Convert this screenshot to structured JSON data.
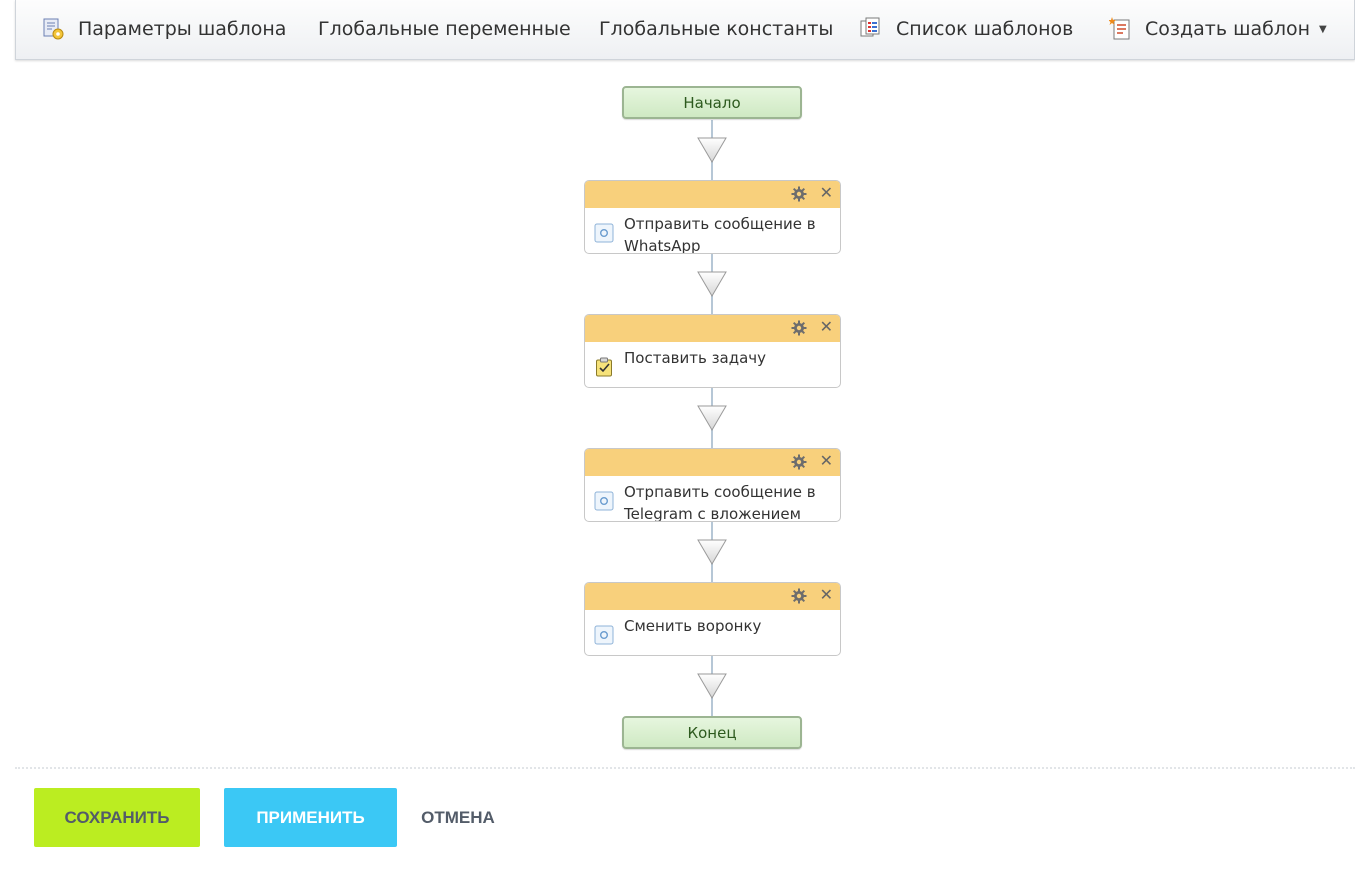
{
  "toolbar": {
    "items": [
      {
        "label": "Параметры шаблона",
        "icon": "template-settings-icon"
      },
      {
        "label": "Глобальные переменные"
      },
      {
        "label": "Глобальные константы"
      },
      {
        "label": "Список шаблонов",
        "icon": "template-list-icon"
      },
      {
        "label": "Создать шаблон",
        "icon": "create-template-icon",
        "dropdown": true
      }
    ]
  },
  "flow": {
    "start_label": "Начало",
    "end_label": "Конец",
    "blocks": [
      {
        "text": "Отправить сообщение в WhatsApp",
        "icon": "activity-icon"
      },
      {
        "text": "Поставить задачу",
        "icon": "task-clipboard-icon"
      },
      {
        "text": "Отрпавить сообщение в Telegram с вложением",
        "icon": "activity-icon"
      },
      {
        "text": "Сменить воронку",
        "icon": "activity-icon"
      }
    ]
  },
  "footer": {
    "save_label": "СОХРАНИТЬ",
    "apply_label": "ПРИМЕНИТЬ",
    "cancel_label": "ОТМЕНА"
  },
  "colors": {
    "block_header": "#f8d07c",
    "terminal_fill": "#d8efcd",
    "terminal_border": "#9cb592",
    "save_button": "#bbed21",
    "apply_button": "#3bc8f5"
  }
}
